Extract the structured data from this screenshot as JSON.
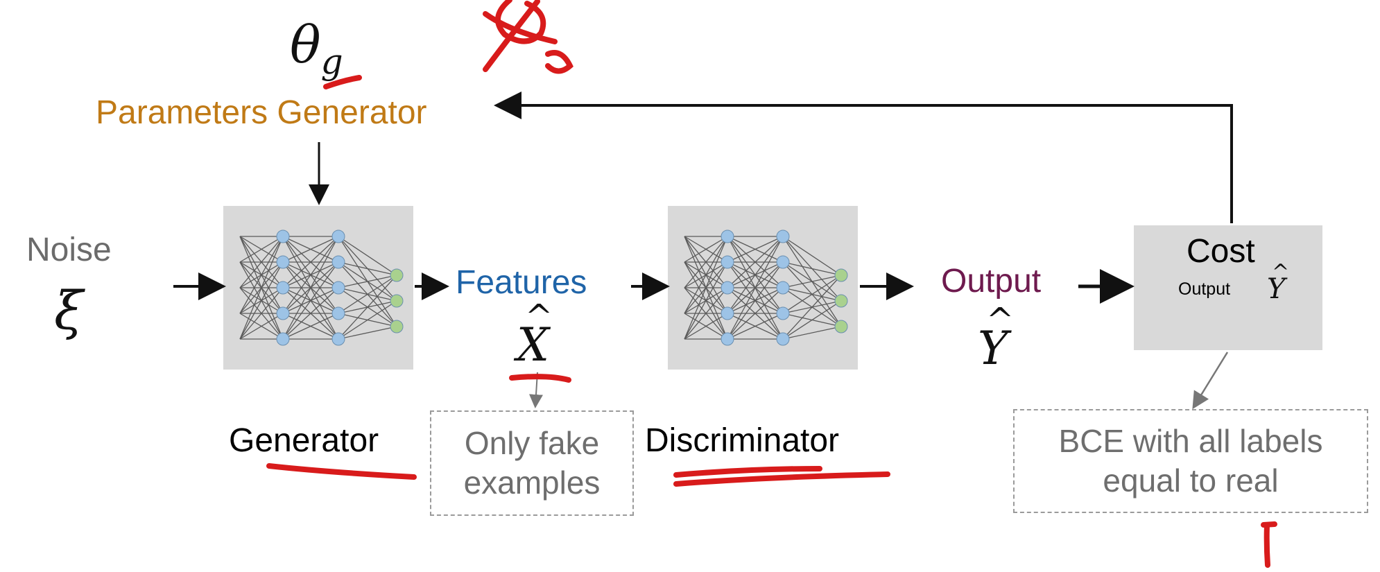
{
  "parameters": {
    "symbol": "θ",
    "subscript": "g",
    "label": "Parameters Generator",
    "label_color": "#c07a16"
  },
  "noise": {
    "label": "Noise",
    "symbol": "ξ"
  },
  "features": {
    "label": "Features",
    "symbol": "X",
    "accent": "^",
    "color": "#1f64a8"
  },
  "output": {
    "label": "Output",
    "symbol": "Y",
    "accent": "^",
    "color": "#6e1a4e"
  },
  "cost": {
    "title": "Cost",
    "sub": "Output",
    "symbol": "Y",
    "accent": "^"
  },
  "generator": {
    "label": "Generator"
  },
  "discriminator": {
    "label": "Discriminator"
  },
  "notes": {
    "fake_line1": "Only fake",
    "fake_line2": "examples",
    "bce_line1": "BCE with all labels",
    "bce_line2": "equal to real"
  },
  "colors": {
    "ink_red": "#d81b1b",
    "box_gray": "#d9d9d9",
    "node_blue": "#9dc3e6",
    "node_green": "#a9d18e"
  }
}
